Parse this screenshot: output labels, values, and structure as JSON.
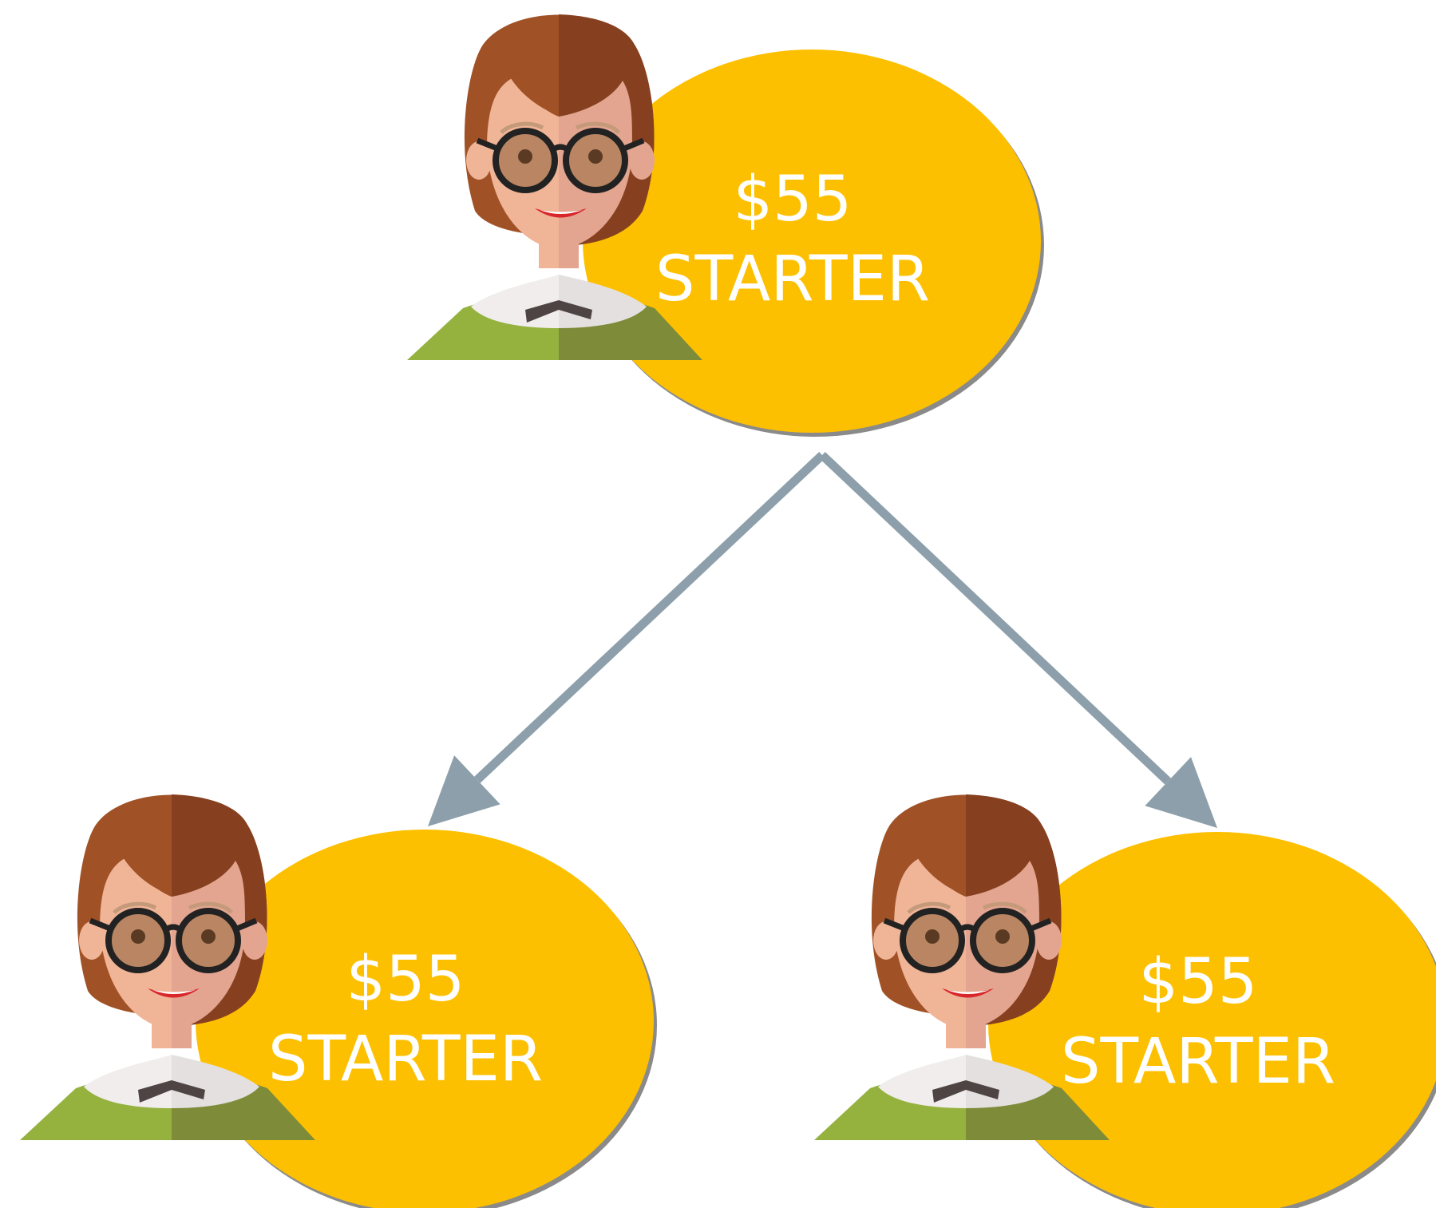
{
  "colors": {
    "bubble": "#FDC000",
    "bubble_shadow": "#8a8a8a",
    "connector": "#8C9FAA",
    "hair_light": "#A05226",
    "hair_dark": "#86401F",
    "skin_light": "#F0B497",
    "skin_dark": "#E3A590",
    "shirt_light": "#95B23F",
    "shirt_dark": "#7E8B39",
    "collar": "#F0EDEC",
    "glasses": "#222222",
    "lens": "#B98562",
    "lips": "#D8262A",
    "label_text": "#FFFFFF"
  },
  "nodes": [
    {
      "id": "top",
      "price": "$55",
      "plan": "STARTER",
      "avatar_icon": "woman-with-glasses-icon"
    },
    {
      "id": "bottom-left",
      "price": "$55",
      "plan": "STARTER",
      "avatar_icon": "woman-with-glasses-icon"
    },
    {
      "id": "bottom-right",
      "price": "$55",
      "plan": "STARTER",
      "avatar_icon": "woman-with-glasses-icon"
    }
  ],
  "edges": [
    {
      "from": "top",
      "to": "bottom-left"
    },
    {
      "from": "top",
      "to": "bottom-right"
    }
  ]
}
